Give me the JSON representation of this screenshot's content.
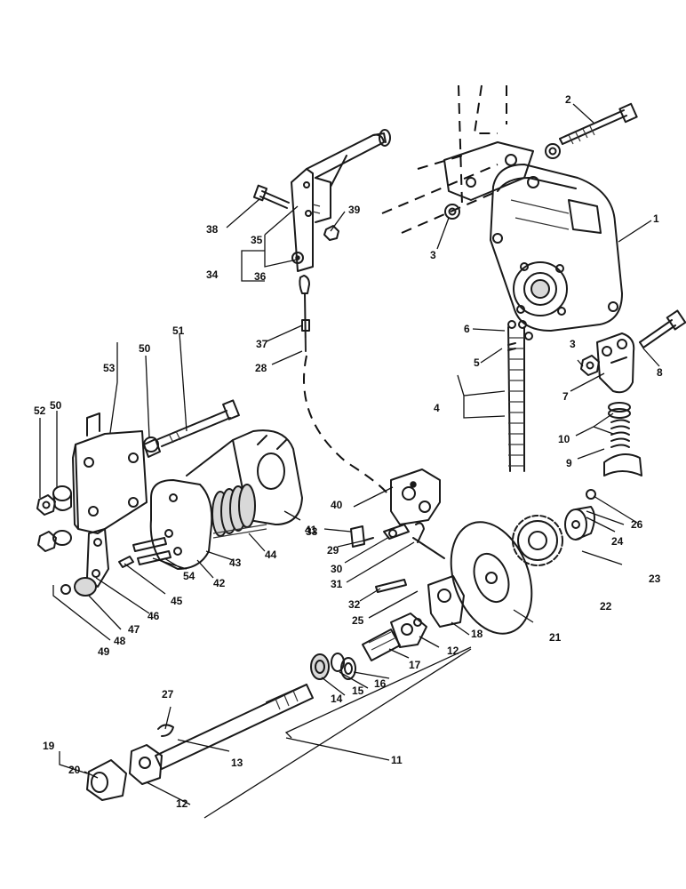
{
  "labels": [
    {
      "id": "l1",
      "text": "1"
    },
    {
      "id": "l2",
      "text": "2"
    },
    {
      "id": "l3a",
      "text": "3"
    },
    {
      "id": "l3b",
      "text": "3"
    },
    {
      "id": "l4",
      "text": "4"
    },
    {
      "id": "l5",
      "text": "5"
    },
    {
      "id": "l6",
      "text": "6"
    },
    {
      "id": "l7",
      "text": "7"
    },
    {
      "id": "l8",
      "text": "8"
    },
    {
      "id": "l9",
      "text": "9"
    },
    {
      "id": "l10",
      "text": "10"
    },
    {
      "id": "l11",
      "text": "11"
    },
    {
      "id": "l12a",
      "text": "12"
    },
    {
      "id": "l12b",
      "text": "12"
    },
    {
      "id": "l13",
      "text": "13"
    },
    {
      "id": "l14",
      "text": "14"
    },
    {
      "id": "l15",
      "text": "15"
    },
    {
      "id": "l16",
      "text": "16"
    },
    {
      "id": "l17",
      "text": "17"
    },
    {
      "id": "l18",
      "text": "18"
    },
    {
      "id": "l19",
      "text": "19"
    },
    {
      "id": "l20",
      "text": "20"
    },
    {
      "id": "l21",
      "text": "21"
    },
    {
      "id": "l22",
      "text": "22"
    },
    {
      "id": "l23",
      "text": "23"
    },
    {
      "id": "l24",
      "text": "24"
    },
    {
      "id": "l25",
      "text": "25"
    },
    {
      "id": "l26",
      "text": "26"
    },
    {
      "id": "l27",
      "text": "27"
    },
    {
      "id": "l28",
      "text": "28"
    },
    {
      "id": "l29",
      "text": "29"
    },
    {
      "id": "l30",
      "text": "30"
    },
    {
      "id": "l31",
      "text": "31"
    },
    {
      "id": "l32",
      "text": "32"
    },
    {
      "id": "l33",
      "text": "33"
    },
    {
      "id": "l34",
      "text": "34"
    },
    {
      "id": "l35",
      "text": "35"
    },
    {
      "id": "l36",
      "text": "36"
    },
    {
      "id": "l37",
      "text": "37"
    },
    {
      "id": "l38",
      "text": "38"
    },
    {
      "id": "l39",
      "text": "39"
    },
    {
      "id": "l40",
      "text": "40"
    },
    {
      "id": "l41",
      "text": "41"
    },
    {
      "id": "l42",
      "text": "42"
    },
    {
      "id": "l43",
      "text": "43"
    },
    {
      "id": "l44",
      "text": "44"
    },
    {
      "id": "l45",
      "text": "45"
    },
    {
      "id": "l46",
      "text": "46"
    },
    {
      "id": "l47",
      "text": "47"
    },
    {
      "id": "l48",
      "text": "48"
    },
    {
      "id": "l49",
      "text": "49"
    },
    {
      "id": "l50a",
      "text": "50"
    },
    {
      "id": "l50b",
      "text": "50"
    },
    {
      "id": "l51",
      "text": "51"
    },
    {
      "id": "l52",
      "text": "52"
    },
    {
      "id": "l53",
      "text": "53"
    },
    {
      "id": "l54",
      "text": "54"
    }
  ],
  "colors": {
    "ink": "#1a1a1a",
    "paper": "#ffffff",
    "shade": "#d9d9d9"
  }
}
